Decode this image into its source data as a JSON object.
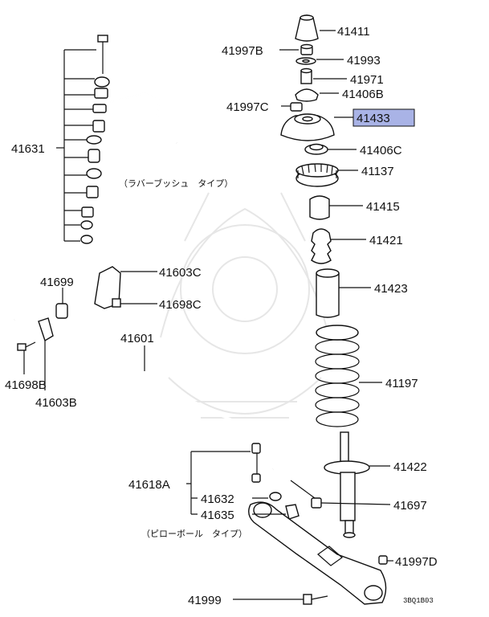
{
  "diagram": {
    "part_numbers": {
      "p41411": "41411",
      "p41997B": "41997B",
      "p41993": "41993",
      "p41971": "41971",
      "p41406B": "41406B",
      "p41997C": "41997C",
      "p41433": "41433",
      "p41406C": "41406C",
      "p41137": "41137",
      "p41415": "41415",
      "p41421": "41421",
      "p41423": "41423",
      "p41197": "41197",
      "p41422": "41422",
      "p41697": "41697",
      "p41997D": "41997D",
      "p41999": "41999",
      "p41631": "41631",
      "p41603C": "41603C",
      "p41698C": "41698C",
      "p41699": "41699",
      "p41601": "41601",
      "p41698B": "41698B",
      "p41603B": "41603B",
      "p41618A": "41618A",
      "p41632": "41632",
      "p41635": "41635"
    },
    "notes": {
      "rubber_bush_type": "（ラバーブッシュ　タイプ）",
      "pillow_ball_type": "（ピローボール　タイプ）"
    },
    "diagram_code": "3BQ1B03",
    "highlighted_part": "41433",
    "highlight_color": "#a9b3e6"
  }
}
